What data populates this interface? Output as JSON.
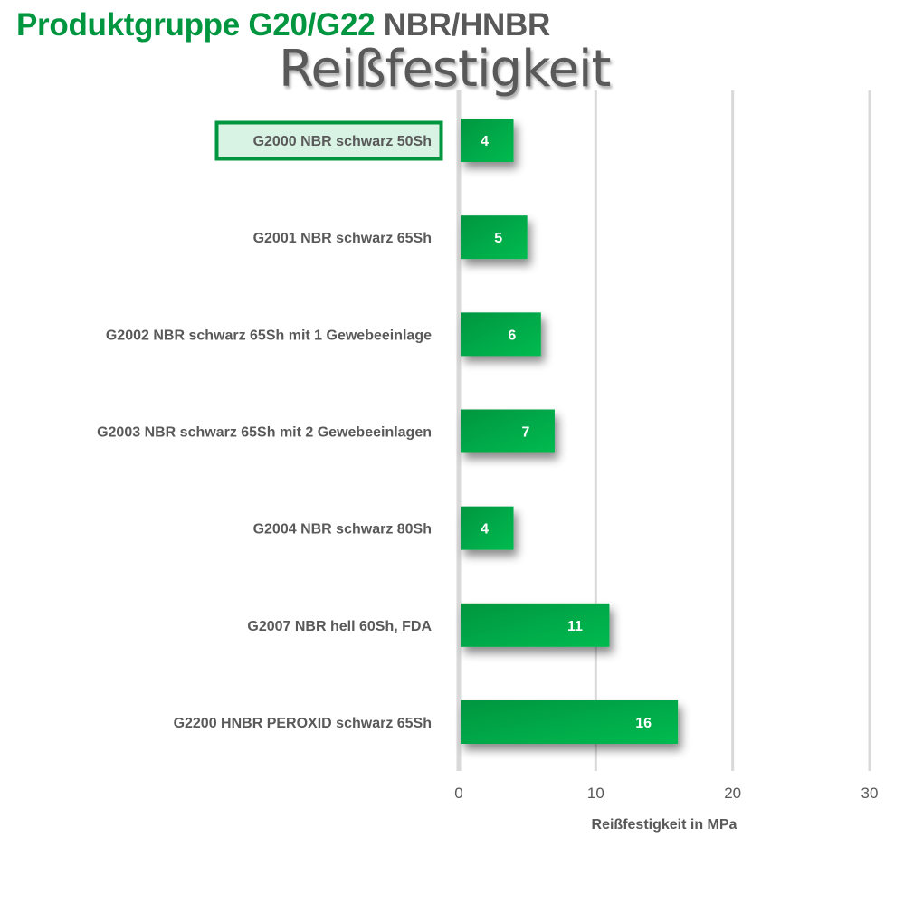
{
  "header": {
    "title_green": "Produktgruppe G20/G22",
    "title_grey": "NBR/HNBR",
    "subtitle": "Reißfestigkeit"
  },
  "colors": {
    "bar_start": "#009640",
    "bar_end": "#00bb50",
    "highlight_border": "#009640",
    "highlight_fill": "#d8f3e4",
    "grid": "#d9d9d9",
    "text": "#595959"
  },
  "chart_data": {
    "type": "bar",
    "orientation": "horizontal",
    "title": "Reißfestigkeit",
    "categories": [
      "G2000 NBR schwarz 50Sh",
      "G2001 NBR schwarz 65Sh",
      "G2002 NBR schwarz 65Sh mit 1 Gewebeeinlage",
      "G2003 NBR schwarz 65Sh mit 2 Gewebeeinlagen",
      "G2004 NBR schwarz 80Sh",
      "G2007 NBR hell 60Sh, FDA",
      "G2200 HNBR PEROXID schwarz 65Sh"
    ],
    "values": [
      4,
      5,
      6,
      7,
      4,
      11,
      16
    ],
    "data_labels": [
      "4",
      "5",
      "6",
      "7",
      "4",
      "11",
      "16"
    ],
    "highlighted_category": "G2000 NBR schwarz 50Sh",
    "xlabel": "Reißfestigkeit in MPa",
    "ylabel": "",
    "xlim": [
      0,
      30
    ],
    "xticks": [
      0,
      10,
      20,
      30
    ],
    "xtick_labels": [
      "0",
      "10",
      "20",
      "30"
    ],
    "grid": true
  }
}
